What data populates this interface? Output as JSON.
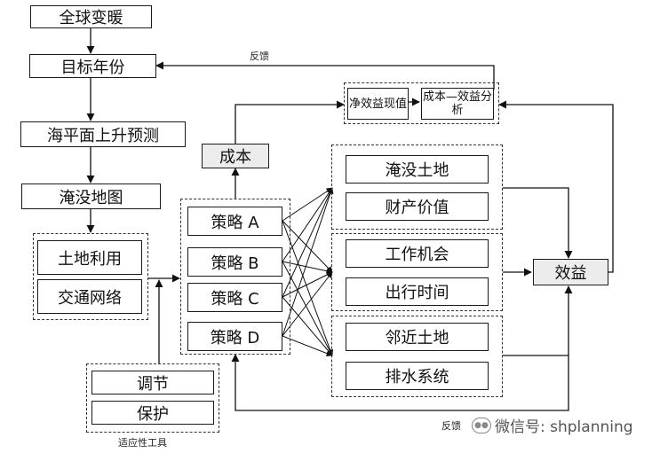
{
  "nodes": {
    "global_warming": "全球变暖",
    "target_year": "目标年份",
    "sea_level": "海平面上升预测",
    "flood_map": "淹没地图",
    "land_use": "土地利用",
    "transport": "交通网络",
    "adjust": "调节",
    "protect": "保护",
    "tools_label": "适应性工具",
    "strategy_a": "策略 A",
    "strategy_b": "策略 B",
    "strategy_c": "策略 C",
    "strategy_d": "策略 D",
    "cost": "成本",
    "npv": "净效益现值",
    "cba": "成本—效益分析",
    "flooded_land": "淹没土地",
    "property_value": "财产价值",
    "jobs": "工作机会",
    "travel_time": "出行时间",
    "adjacent_land": "邻近土地",
    "drainage": "排水系统",
    "benefit": "效益"
  },
  "labels": {
    "feedback_top": "反馈",
    "feedback_bottom": "反馈"
  },
  "watermark": {
    "icon": "wechat-icon",
    "text": "微信号: shplanning"
  }
}
